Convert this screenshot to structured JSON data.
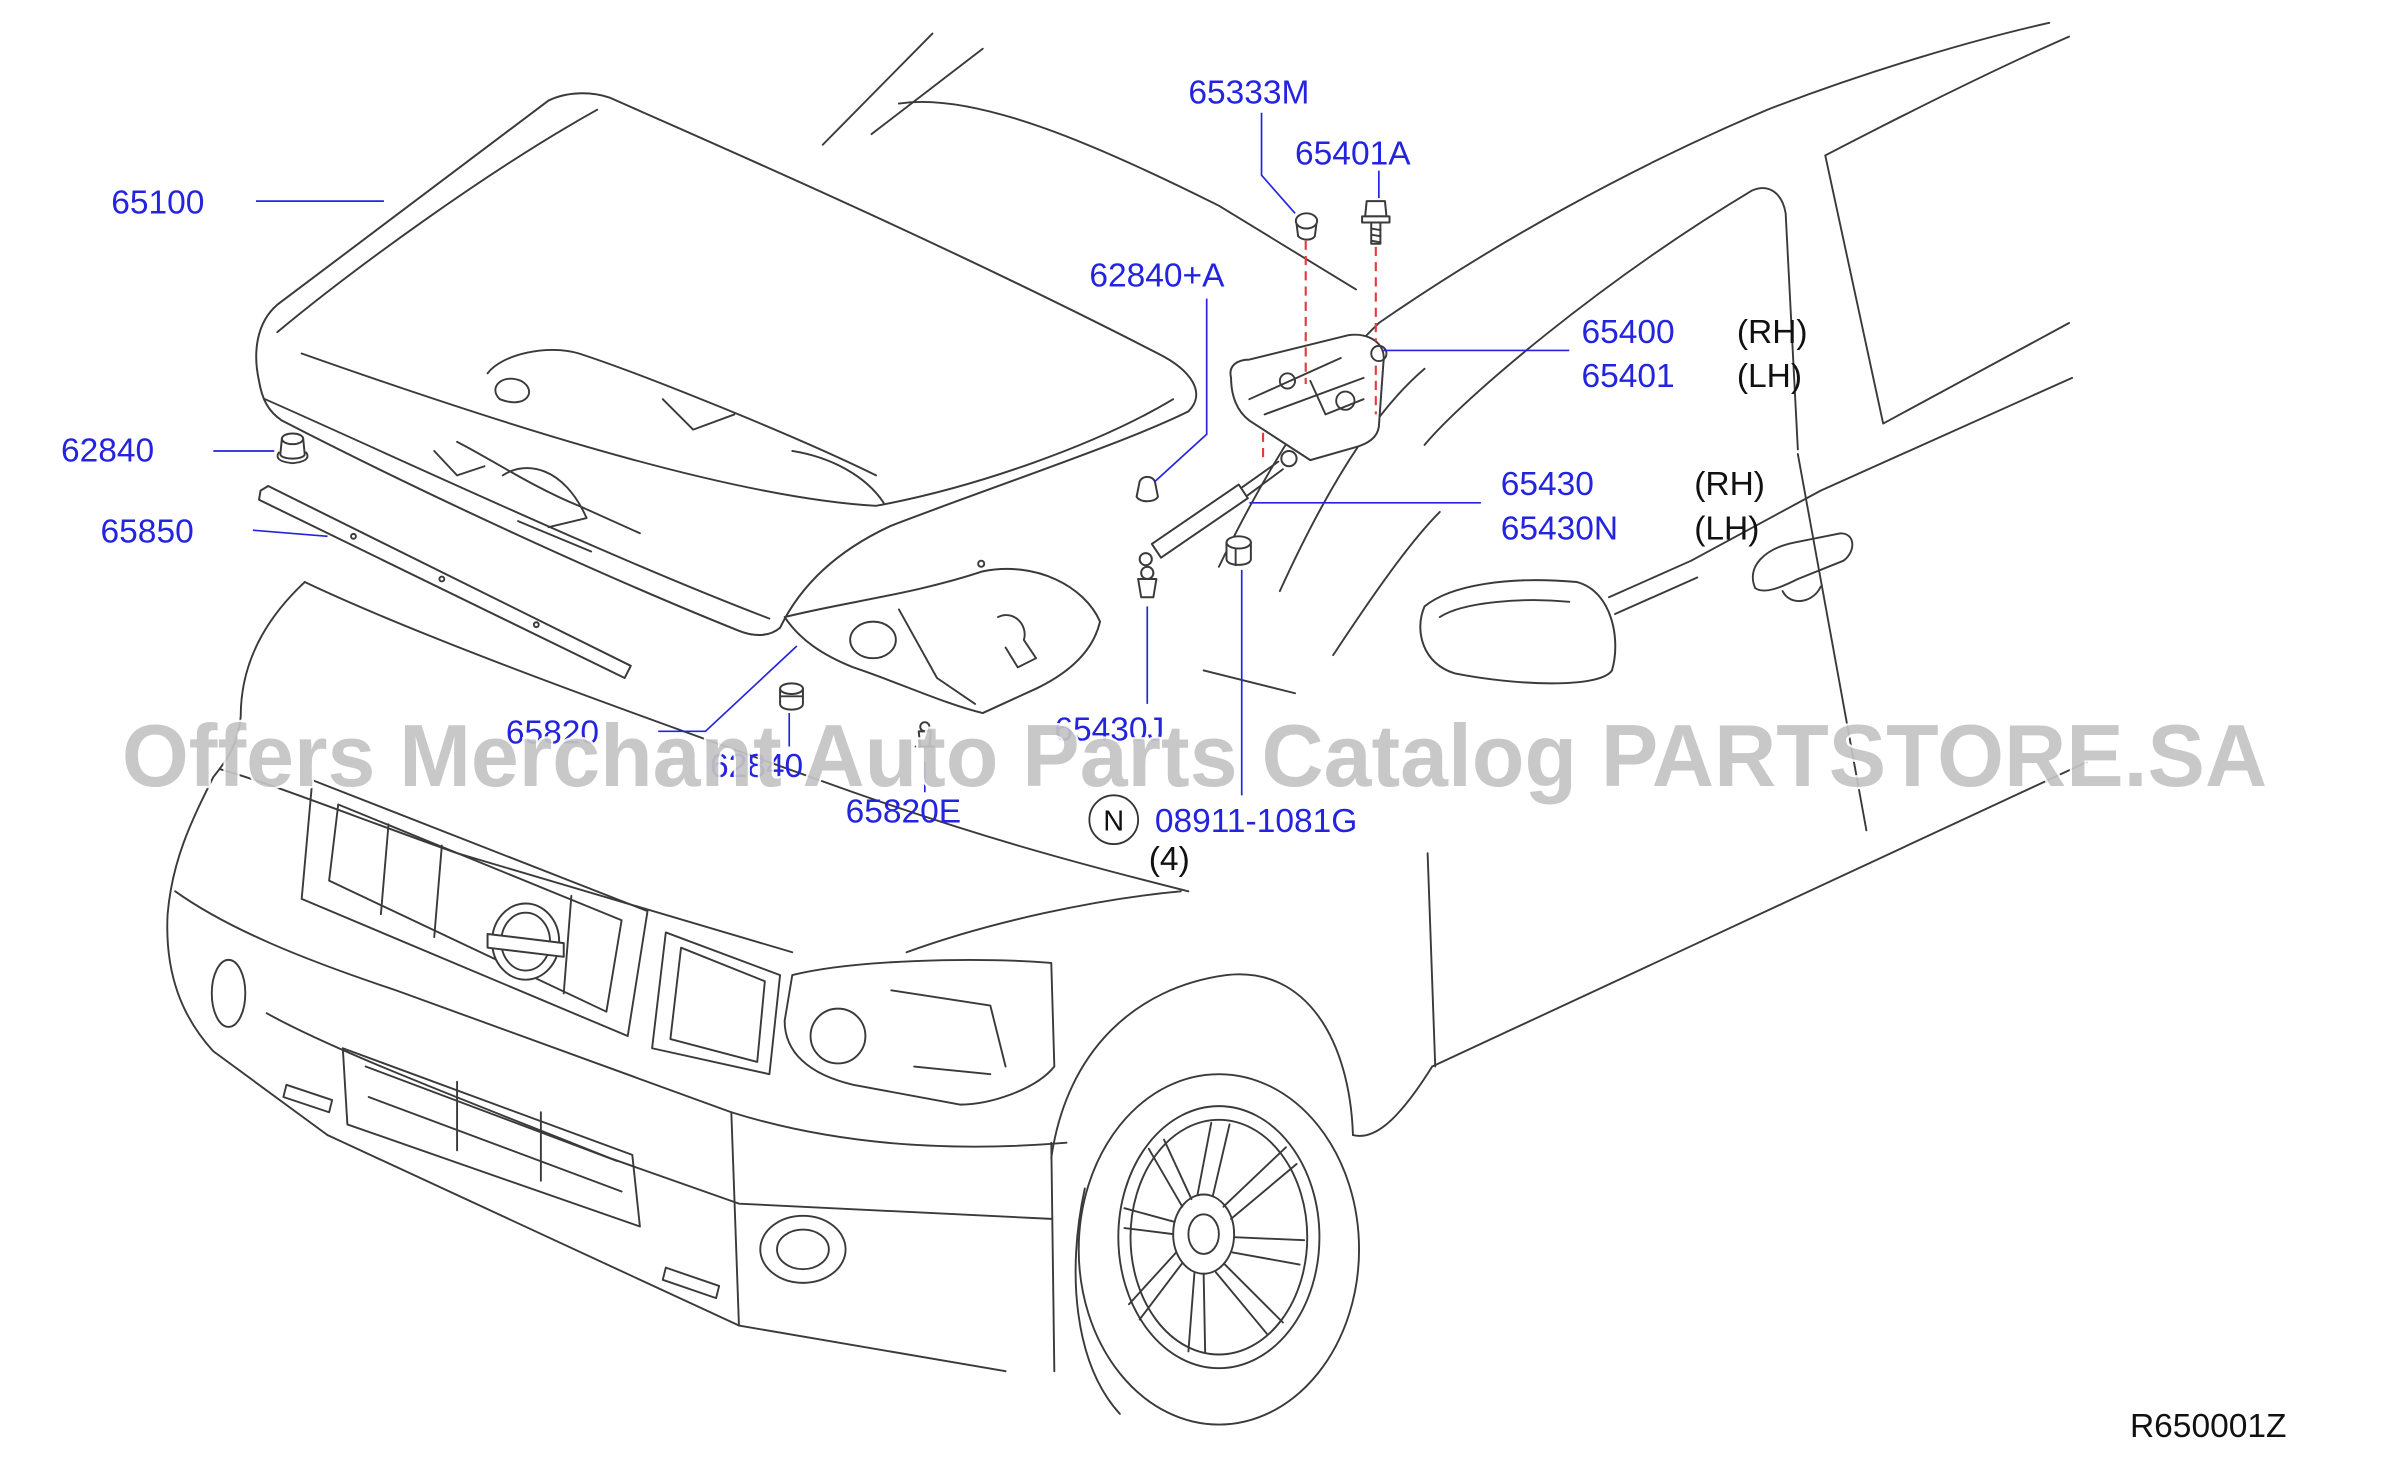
{
  "diagram": {
    "callouts": {
      "p65100": "65100",
      "p62840_left": "62840",
      "p65850": "65850",
      "p65820": "65820",
      "p62840_lower": "62840",
      "p65820E": "65820E",
      "p65430J": "65430J",
      "p08911": "08911-1081G",
      "p65333M": "65333M",
      "p65401A": "65401A",
      "p62840A": "62840+A",
      "p65400": "65400",
      "p65401": "65401",
      "p65430": "65430",
      "p65430N": "65430N"
    },
    "side_marks": {
      "rh_hinge": "(RH)",
      "lh_hinge": "(LH)",
      "rh_strut": "(RH)",
      "lh_strut": "(LH)"
    },
    "note_symbol": "N",
    "quantity": "(4)",
    "drawing_number": "R650001Z"
  },
  "watermark": "Offers Merchant Auto Parts Catalog PARTSTORE.SA",
  "colors": {
    "callout": "#2323e0",
    "line": "#3a3a3a",
    "guide": "#e23b3b",
    "watermark": "#c4c4c4",
    "mark": "#111111",
    "background": "#ffffff"
  }
}
